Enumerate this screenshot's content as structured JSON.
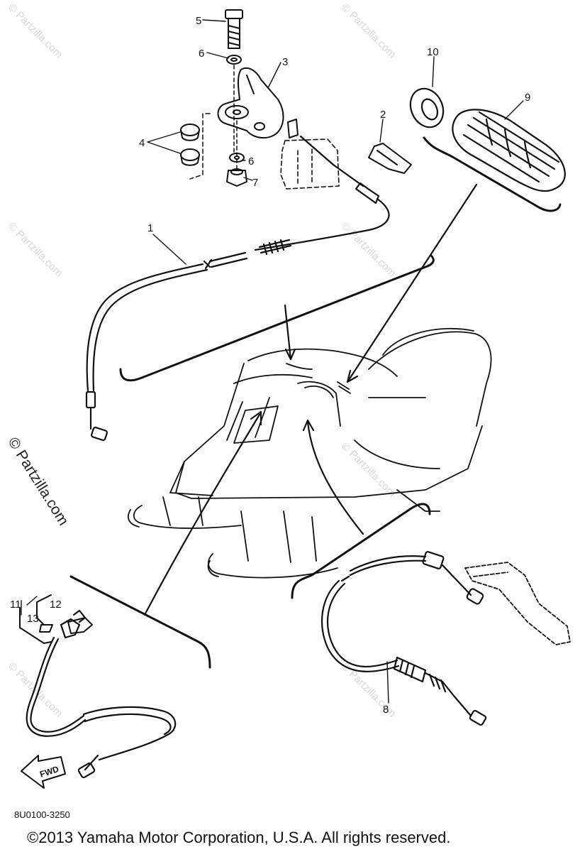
{
  "watermark": {
    "text": "© Partzilla.com",
    "side_text": "© Partzilla.com"
  },
  "callouts": {
    "c1": "1",
    "c2": "2",
    "c3": "3",
    "c4": "4",
    "c5": "5",
    "c6a": "6",
    "c6b": "6",
    "c7": "7",
    "c8": "8",
    "c9": "9",
    "c10": "10",
    "c11": "11",
    "c12": "12",
    "c13": "13"
  },
  "fwd_label": "FWD",
  "part_code": "8U0100-3250",
  "copyright": "©2013 Yamaha Motor Corporation, U.S.A. All rights reserved.",
  "colors": {
    "ink": "#111111",
    "watermark": "#d6d6d6",
    "background": "#ffffff"
  }
}
